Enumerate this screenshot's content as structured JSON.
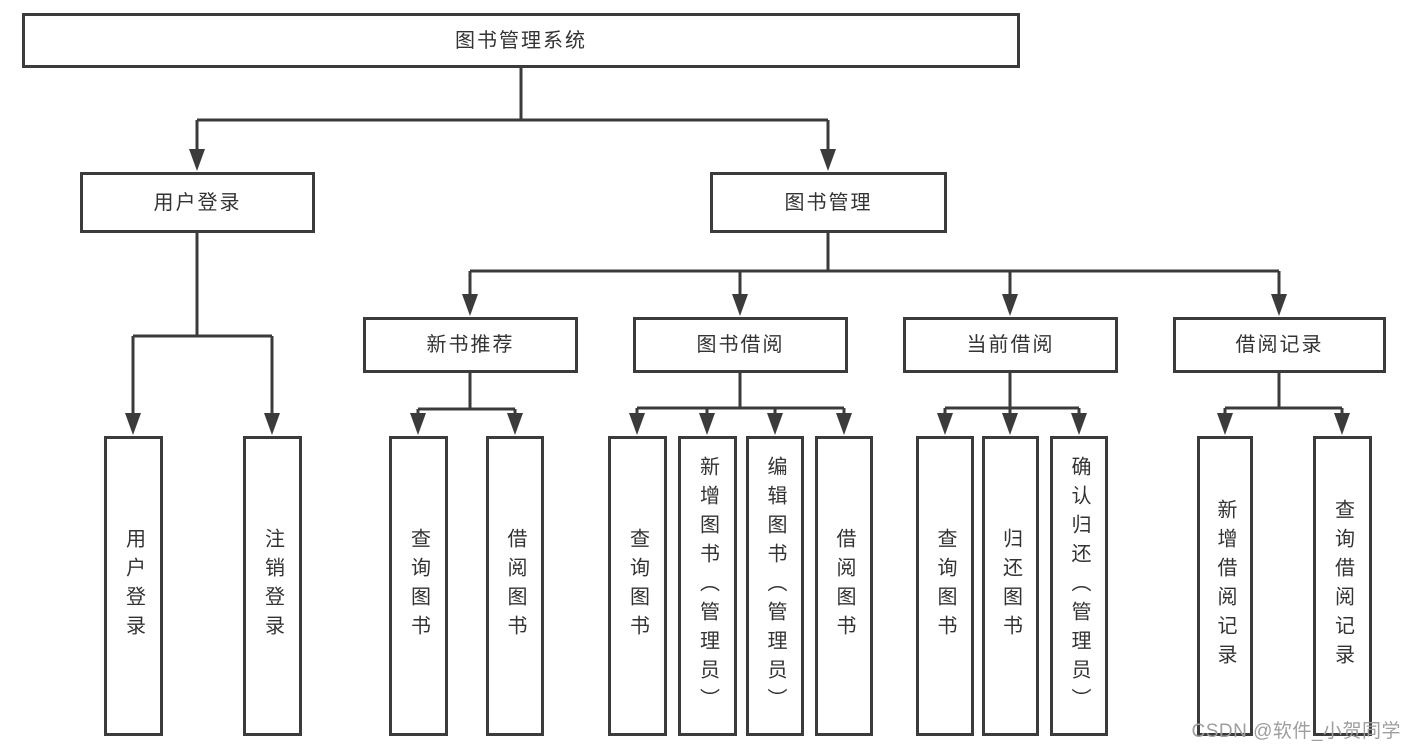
{
  "tree": {
    "root": {
      "label": "图书管理系统"
    },
    "branches": [
      {
        "label": "用户登录",
        "children": [
          "用户登录",
          "注销登录"
        ]
      },
      {
        "label": "图书管理",
        "children": [
          {
            "label": "新书推荐",
            "children": [
              "查询图书",
              "借阅图书"
            ]
          },
          {
            "label": "图书借阅",
            "children": [
              "查询图书",
              "新增图书（管理员）",
              "编辑图书（管理员）",
              "借阅图书"
            ]
          },
          {
            "label": "当前借阅",
            "children": [
              "查询图书",
              "归还图书",
              "确认归还（管理员）"
            ]
          },
          {
            "label": "借阅记录",
            "children": [
              "新增借阅记录",
              "查询借阅记录"
            ]
          }
        ]
      }
    ]
  },
  "watermark": {
    "text": "CSDN @软件_小贺同学",
    "color": "#9e9e9e"
  },
  "colors": {
    "line": "#3b3b3b",
    "border": "#3b3b3b",
    "text": "#333333",
    "box_bg": "#ffffff",
    "page_bg": "#ffffff"
  }
}
